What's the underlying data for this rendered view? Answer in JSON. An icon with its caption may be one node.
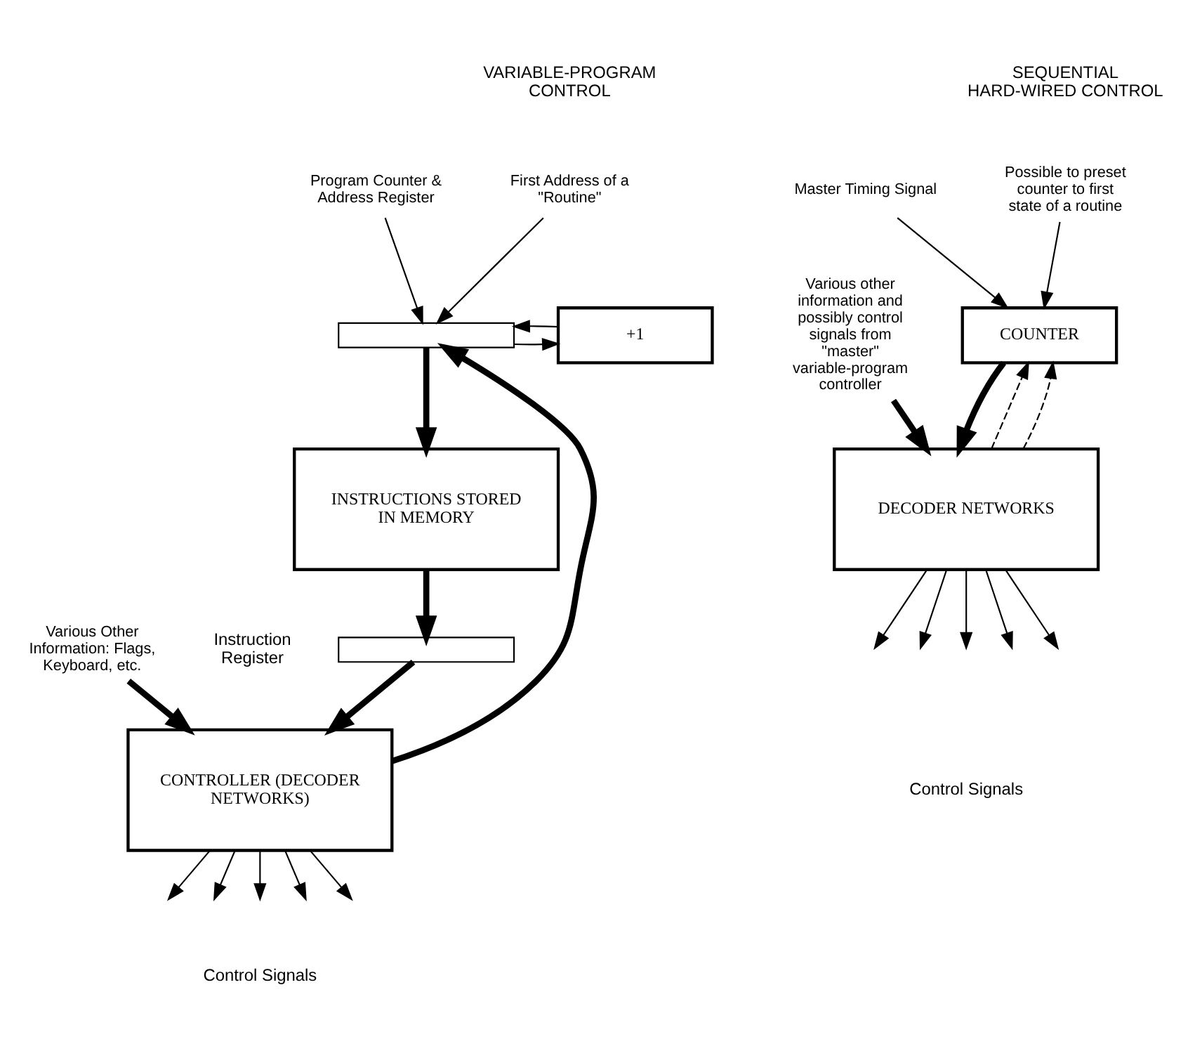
{
  "diagram": {
    "nodes": [
      {
        "text": [
          "First Address of a \"Routine\""
        ]
      },
      {
        "text": [],
        "shape": "bar"
      },
      {
        "text": [
          "+1"
        ]
      },
      {
        "text": [
          "Program Counter & Address Register"
        ]
      },
      {
        "text": [
          "INSTRUCTIONS STORED IN MEMORY"
        ]
      },
      {
        "text": [
          "Various Other Information: Flags, Keyboard, etc."
        ]
      },
      {
        "text": [],
        "shape": "bar",
        "beside": [
          "Instruction Register"
        ]
      },
      {
        "text": [
          "CONTROLLER (DECODER NETWORKS)"
        ]
      },
      {
        "text": [
          "Possible to preset counter to first state of a routine"
        ]
      },
      {
        "text": [
          "Various other information and possibly control signals from \"master\" variable-program controller"
        ]
      },
      {
        "text": [
          "COUNTER"
        ]
      },
      {
        "text": [
          "Master Timing Signal"
        ]
      },
      {
        "text": [
          "DECODER NETWORKS"
        ]
      }
    ],
    "edges": [
      {
        "from": 1,
        "to": 2,
        "arrow": "to"
      },
      {
        "from": 2,
        "to": 1,
        "arrow": "to"
      },
      {
        "from": 7,
        "to": 1,
        "arrow": "to",
        "style": "thick"
      },
      {
        "from": 0,
        "to": 1,
        "arrow": "to"
      },
      {
        "from": 3,
        "to": 1,
        "arrow": "to"
      },
      {
        "from": 1,
        "to": 4,
        "arrow": "to",
        "style": "thick"
      },
      {
        "from": 4,
        "to": 6,
        "arrow": "to",
        "style": "thick"
      },
      {
        "from": 6,
        "to": 7,
        "arrow": "to",
        "style": "thick"
      },
      {
        "from": 5,
        "to": 7,
        "arrow": "to",
        "style": "thick"
      },
      {
        "from": 7,
        "to": null,
        "arrow": "to"
      },
      {
        "from": 7,
        "to": null,
        "arrow": "to"
      },
      {
        "from": 7,
        "to": null,
        "arrow": "to"
      },
      {
        "from": 7,
        "to": null,
        "arrow": "to"
      },
      {
        "from": 7,
        "to": null,
        "arrow": "to"
      },
      {
        "from": 12,
        "to": 10,
        "arrow": "to",
        "style": "dashed"
      },
      {
        "from": 12,
        "to": 10,
        "arrow": "to",
        "style": "dashed"
      },
      {
        "from": 8,
        "to": 10,
        "arrow": "to"
      },
      {
        "from": 9,
        "to": 12,
        "arrow": "to",
        "style": "thick"
      },
      {
        "from": 11,
        "to": 10,
        "arrow": "to"
      },
      {
        "from": 10,
        "to": 12,
        "arrow": "to",
        "style": "thick"
      },
      {
        "from": 12,
        "to": null,
        "arrow": "to"
      },
      {
        "from": 12,
        "to": null,
        "arrow": "to"
      },
      {
        "from": 12,
        "to": null,
        "arrow": "to"
      },
      {
        "from": 12,
        "to": null,
        "arrow": "to"
      },
      {
        "from": 12,
        "to": null,
        "arrow": "to"
      }
    ],
    "labels": [
      "VARIABLE-PROGRAM CONTROL",
      "SEQUENTIAL HARD-WIRED CONTROL",
      "Control Signals",
      "Control Signals"
    ]
  }
}
